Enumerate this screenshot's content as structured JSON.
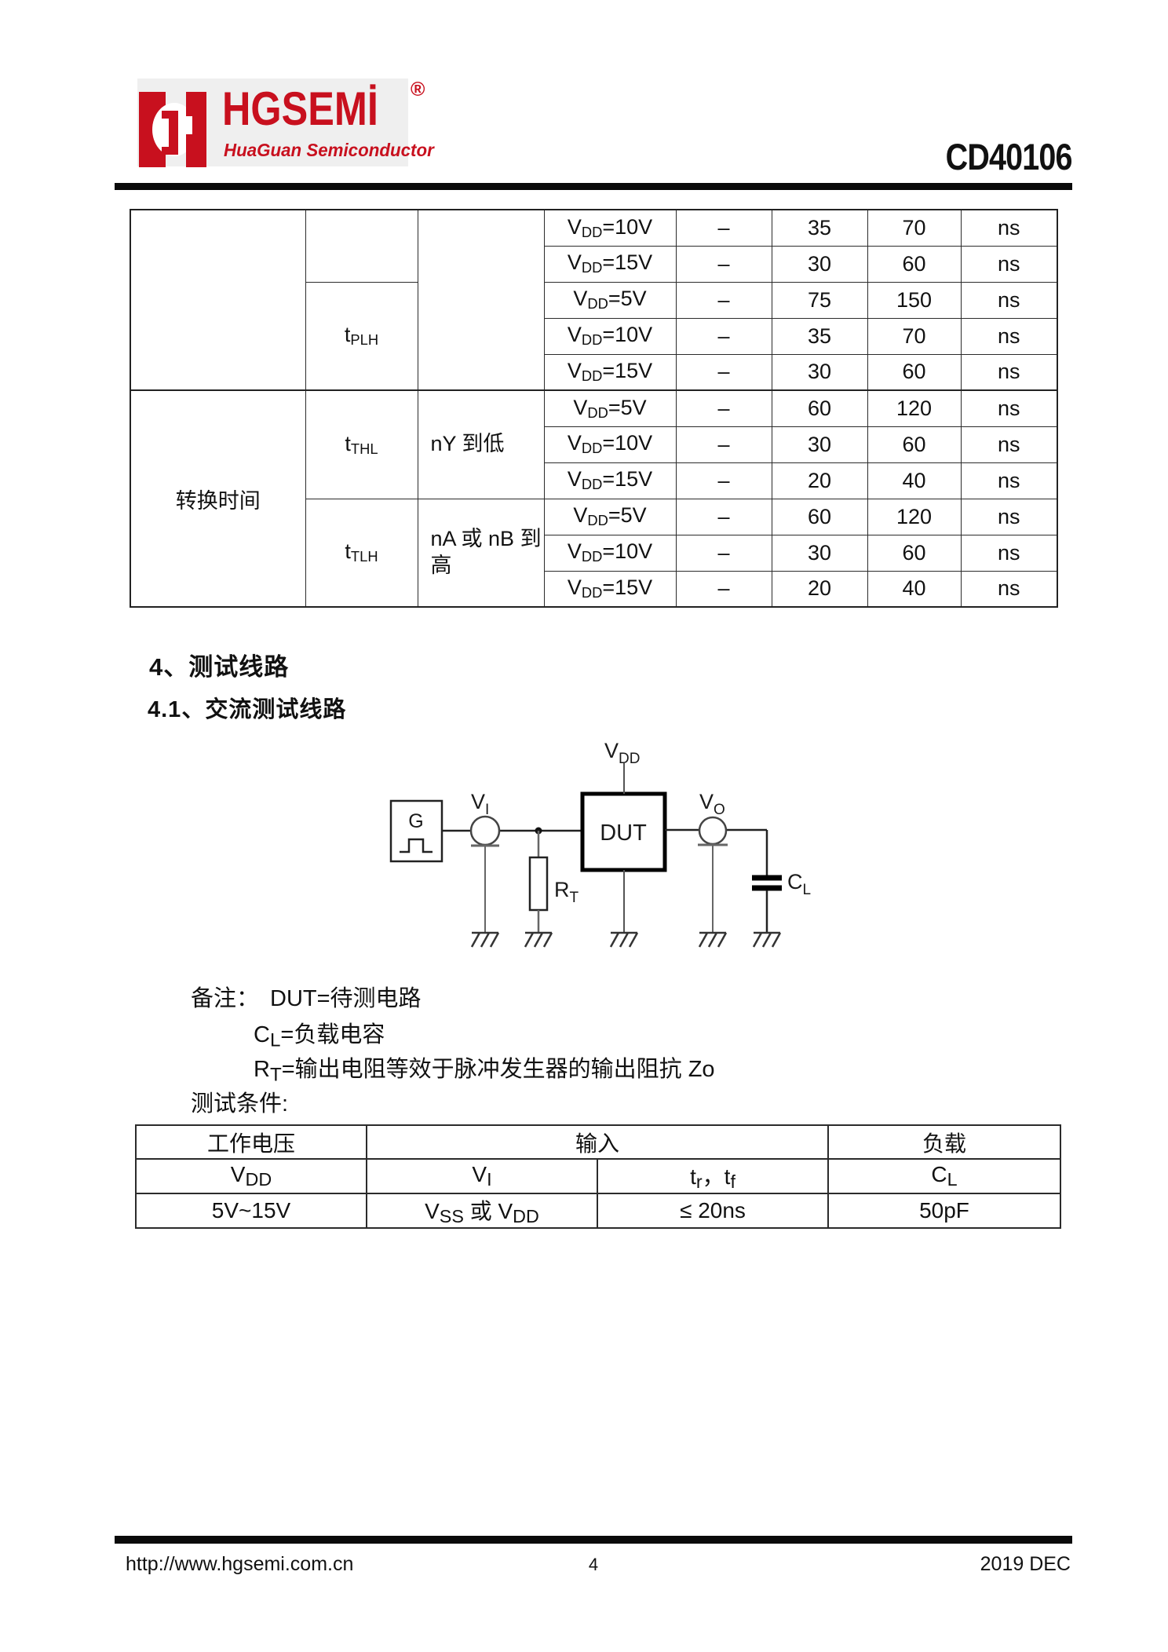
{
  "header": {
    "brand": "HGSEMİ",
    "registered": "®",
    "tagline": "HuaGuan Semiconductor",
    "part_number": "CD40106",
    "brand_color": "#c8101e"
  },
  "timing_table": {
    "param_label": "转换时间",
    "vdd_prefix": "V",
    "vdd_sub": "DD",
    "symbols": [
      {
        "base": "t",
        "sub": "PLH"
      },
      {
        "base": "t",
        "sub": "THL"
      },
      {
        "base": "t",
        "sub": "TLH"
      }
    ],
    "conditions": [
      "nY 到低",
      "nA 或 nB 到高"
    ],
    "rows": [
      {
        "vdd_eq": "=10V",
        "dash": "–",
        "v1": "35",
        "v2": "70",
        "unit": "ns"
      },
      {
        "vdd_eq": "=15V",
        "dash": "–",
        "v1": "30",
        "v2": "60",
        "unit": "ns"
      },
      {
        "vdd_eq": "=5V",
        "dash": "–",
        "v1": "75",
        "v2": "150",
        "unit": "ns"
      },
      {
        "vdd_eq": "=10V",
        "dash": "–",
        "v1": "35",
        "v2": "70",
        "unit": "ns"
      },
      {
        "vdd_eq": "=15V",
        "dash": "–",
        "v1": "30",
        "v2": "60",
        "unit": "ns"
      },
      {
        "vdd_eq": "=5V",
        "dash": "–",
        "v1": "60",
        "v2": "120",
        "unit": "ns"
      },
      {
        "vdd_eq": "=10V",
        "dash": "–",
        "v1": "30",
        "v2": "60",
        "unit": "ns"
      },
      {
        "vdd_eq": "=15V",
        "dash": "–",
        "v1": "20",
        "v2": "40",
        "unit": "ns"
      },
      {
        "vdd_eq": "=5V",
        "dash": "–",
        "v1": "60",
        "v2": "120",
        "unit": "ns"
      },
      {
        "vdd_eq": "=10V",
        "dash": "–",
        "v1": "30",
        "v2": "60",
        "unit": "ns"
      },
      {
        "vdd_eq": "=15V",
        "dash": "–",
        "v1": "20",
        "v2": "40",
        "unit": "ns"
      }
    ]
  },
  "sections": {
    "s4": "4、测试线路",
    "s41": "4.1、交流测试线路"
  },
  "circuit": {
    "labels": {
      "vdd_base": "V",
      "vdd_sub": "DD",
      "vi_base": "V",
      "vi_sub": "I",
      "vo_base": "V",
      "vo_sub": "O",
      "dut": "DUT",
      "gen": "G",
      "rt_base": "R",
      "rt_sub": "T",
      "cl_base": "C",
      "cl_sub": "L"
    }
  },
  "notes": {
    "label": "备注：",
    "line1": "DUT=待测电路",
    "line2_base": "C",
    "line2_sub": "L",
    "line2_rest": "=负载电容",
    "line3_base": "R",
    "line3_sub": "T",
    "line3_rest": "=输出电阻等效于脉冲发生器的输出阻抗 Zo",
    "cond_label": "测试条件:"
  },
  "conditions_table": {
    "headers": {
      "voltage": "工作电压",
      "input": "输入",
      "load": "负载"
    },
    "symbol_row": {
      "c1_base": "V",
      "c1_sub": "DD",
      "c2_base": "V",
      "c2_sub": "I",
      "c3_t1_base": "t",
      "c3_t1_sub": "r",
      "c3_sep": "，",
      "c3_t2_base": "t",
      "c3_t2_sub": "f",
      "c4_base": "C",
      "c4_sub": "L"
    },
    "value_row": {
      "c1": "5V~15V",
      "c2_p1_base": "V",
      "c2_p1_sub": "SS",
      "c2_mid": " 或 ",
      "c2_p2_base": "V",
      "c2_p2_sub": "DD",
      "c3": "≤ 20ns",
      "c4": "50pF"
    }
  },
  "footer": {
    "url": "http://www.hgsemi.com.cn",
    "page": "4",
    "date": "2019 DEC"
  }
}
